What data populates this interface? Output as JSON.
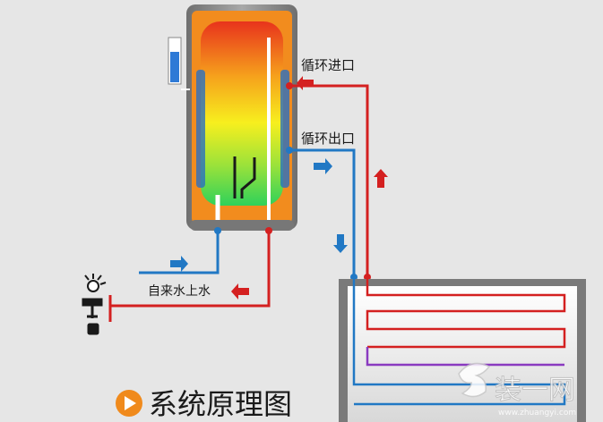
{
  "labels": {
    "inlet": "循环进口",
    "outlet": "循环出口",
    "tap_water": "自来水上水"
  },
  "title": "系统原理图",
  "watermark": {
    "brand": "装一网",
    "url": "www.zhuangyi.com"
  },
  "colors": {
    "background": "#e6e6e6",
    "tank_shell": "#8c8c8c",
    "tank_orange": "#f28c1e",
    "hot_pipe": "#d42020",
    "cold_pipe": "#2178c4",
    "title_play_icon": "#f08a1c",
    "collector_frame": "#7a7a7a"
  },
  "icons": [
    "play-icon",
    "faucet-icon",
    "flow-arrow-icon"
  ]
}
